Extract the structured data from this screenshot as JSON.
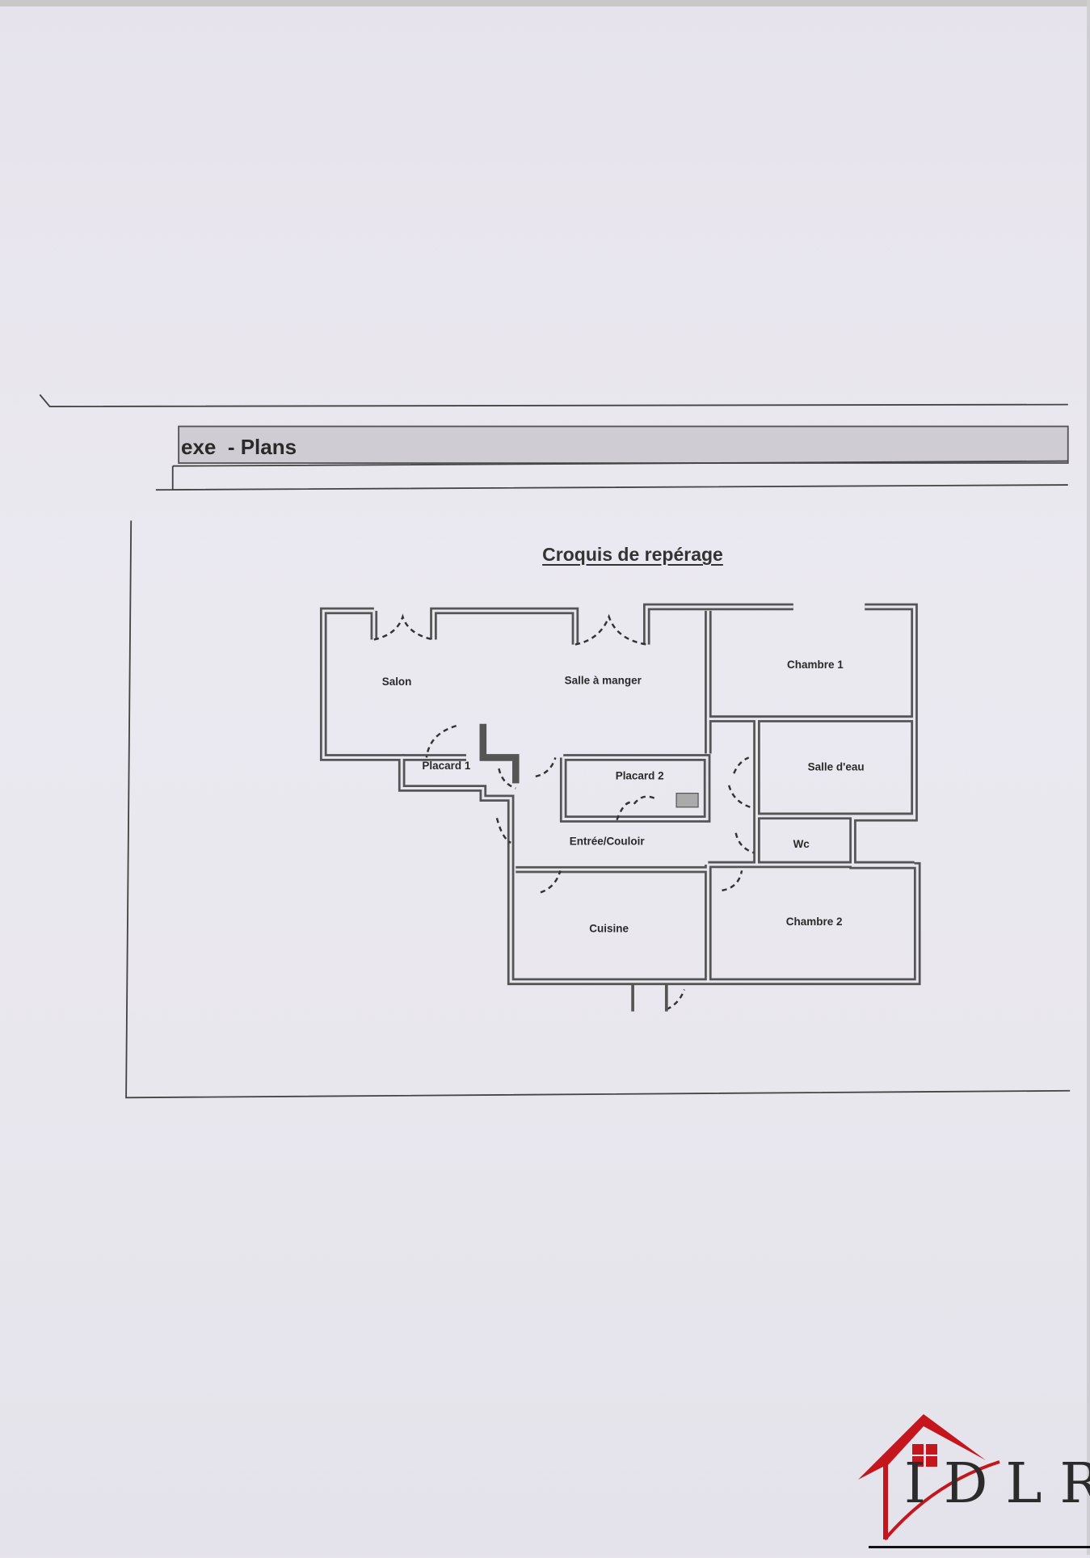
{
  "document": {
    "header": "exe  - Plans",
    "title": "Croquis de repérage"
  },
  "rooms": {
    "salon": "Salon",
    "salle_a_manger": "Salle à manger",
    "chambre_1": "Chambre 1",
    "salle_deau": "Salle d'eau",
    "placard_1": "Placard 1",
    "placard_2": "Placard 2",
    "entree": "Entrée/Couloir",
    "wc": "Wc",
    "cuisine": "Cuisine",
    "chambre_2": "Chambre 2"
  },
  "logo": {
    "text": "IDLR",
    "color": "#c4161c"
  }
}
